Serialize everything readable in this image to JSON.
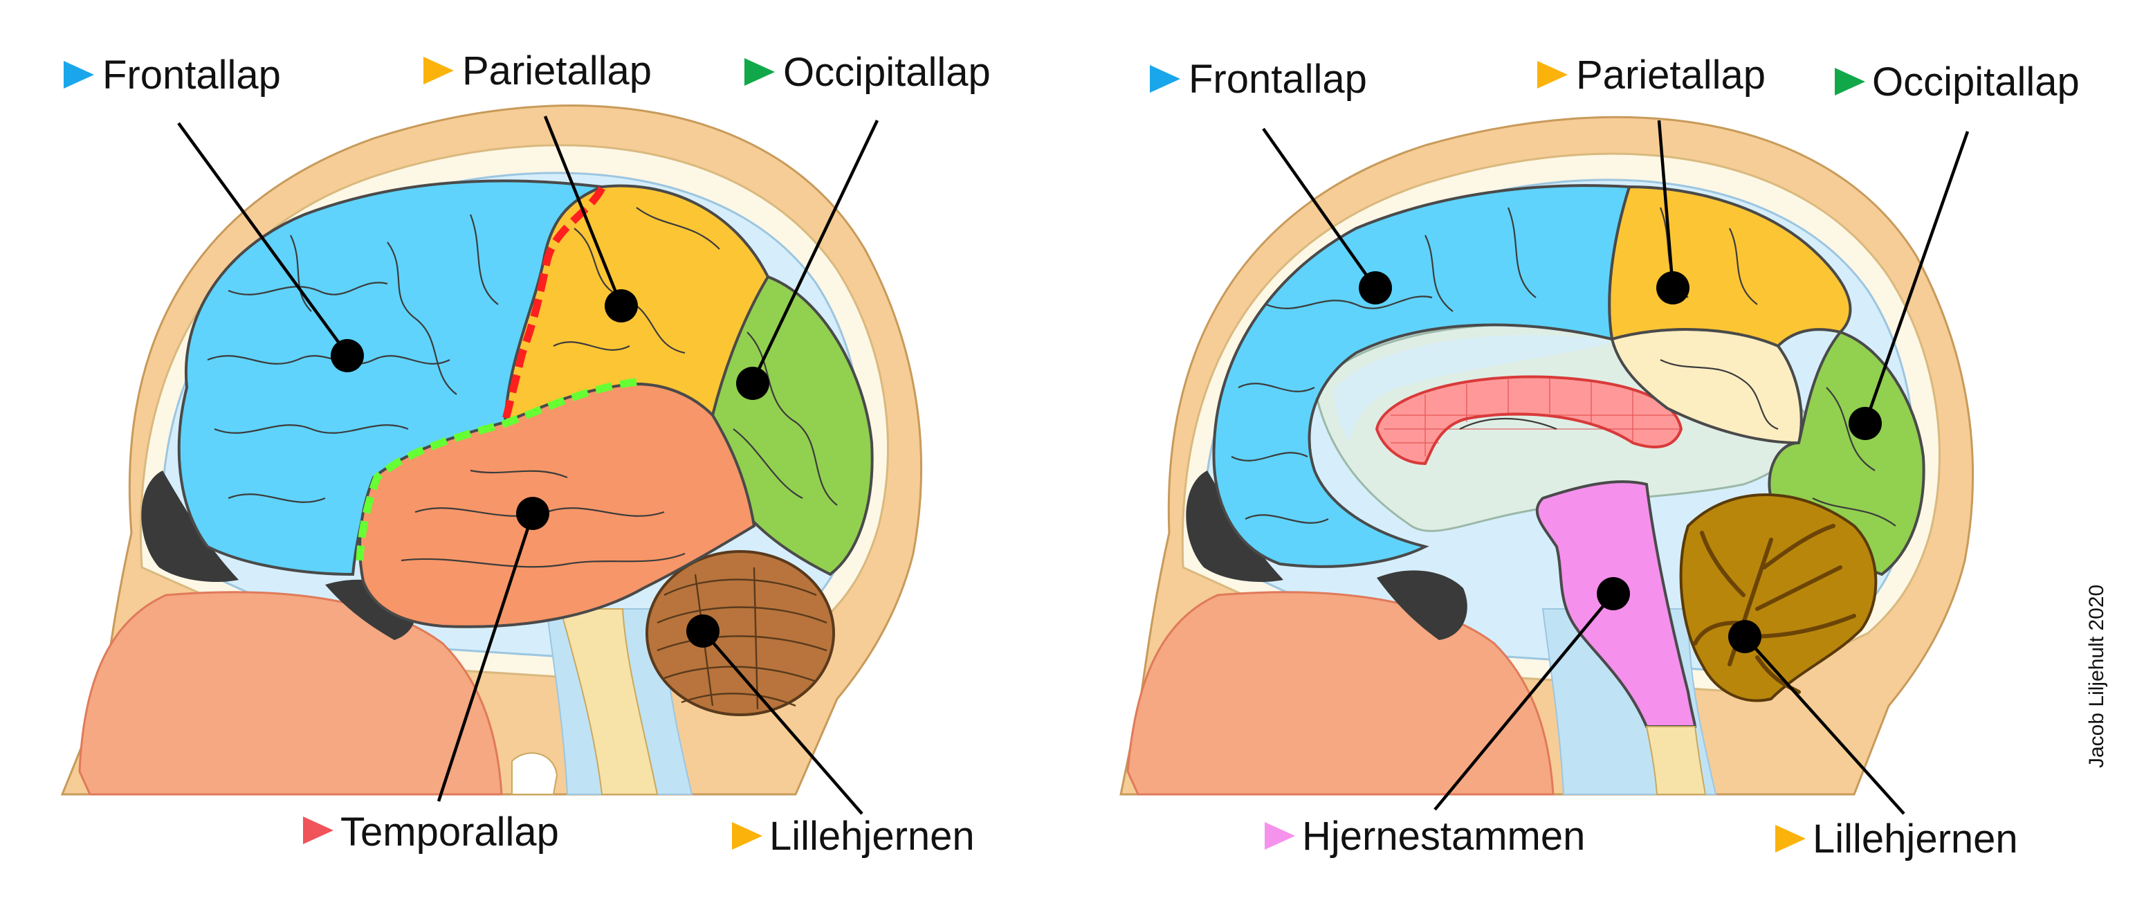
{
  "left_diagram": {
    "labels": {
      "frontal": "Frontallap",
      "parietal": "Parietallap",
      "occipital": "Occipitallap",
      "temporal": "Temporallap",
      "cerebellum": "Lillehjernen"
    }
  },
  "right_diagram": {
    "labels": {
      "frontal": "Frontallap",
      "parietal": "Parietallap",
      "occipital": "Occipitallap",
      "brainstem": "Hjernestammen",
      "cerebellum": "Lillehjernen"
    }
  },
  "credit": "Jacob Liljehult 2020",
  "colors": {
    "frontal": "#5fd3fb",
    "parietal": "#fcc534",
    "occipital": "#92d050",
    "temporal": "#f79668",
    "cerebellum": "#b8743c",
    "brainstem": "#f590ec",
    "skin": "#f6cd96",
    "skull": "#fdf7e6",
    "csf": "#d6eefb",
    "nose": "#f5a882",
    "central_sulcus": "#ff1f1f",
    "lateral_sulcus": "#66ff33",
    "marker_frontal": "#1aa6ea",
    "marker_parietal": "#fbb20a",
    "marker_occipital": "#11a84a",
    "marker_temporal": "#f0535a",
    "marker_cerebellum": "#fbb20a",
    "marker_brainstem": "#f592ec"
  },
  "icons": {
    "label_marker": "triangle-right-icon",
    "pointer": "dot-marker-icon"
  }
}
